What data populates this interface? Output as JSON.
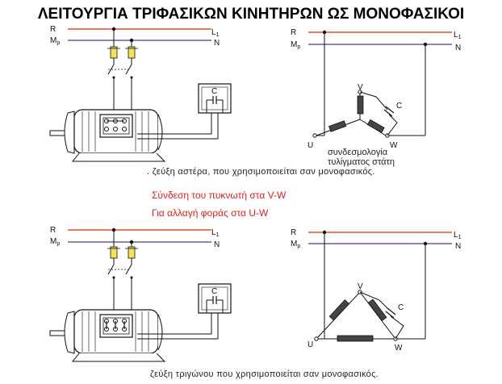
{
  "title": "ΛΕΙΤΟΥΡΓΙΑ ΤΡΙΦΑΣΙΚΩΝ ΚΙΝΗΤΗΡΩΝ ΩΣ ΜΟΝΟΦΑΣΙΚΟΙ",
  "colors": {
    "line_R": "#e0502a",
    "line_N": "#6a5aa8",
    "note": "#e02020"
  },
  "top": {
    "caption": ". ζεύξη αστέρα, που χρησιμοποιείται σαν μονοφασικός.",
    "left": {
      "R": "R",
      "Mp": "M",
      "Mp_sub": "p",
      "L": "L",
      "L_sub": "1",
      "N": "N",
      "capacitor": "C"
    },
    "right": {
      "R": "R",
      "Mp": "M",
      "Mp_sub": "p",
      "L": "L",
      "L_sub": "1",
      "N": "N",
      "V": "V",
      "U": "U",
      "W": "W",
      "C": "C",
      "sub_1": "συνδεσμολογία",
      "sub_2": "τυλίγματος στάτη"
    }
  },
  "notes": {
    "line1": "Σύνδεση του πυκνωτή στα V-W",
    "line2": "Για αλλαγή φοράς στα U-W"
  },
  "bottom": {
    "caption": "ζεύξη τριγώνου που χρησιμοποιείται σαν μονοφασικός.",
    "left": {
      "R": "R",
      "Mp": "M",
      "Mp_sub": "p",
      "L": "L",
      "L_sub": "1",
      "N": "N",
      "capacitor": "C"
    },
    "right": {
      "R": "R",
      "Mp": "M",
      "Mp_sub": "p",
      "L": "L",
      "L_sub": "1",
      "N": "N",
      "V": "V",
      "U": "U",
      "W": "W",
      "C": "C"
    }
  }
}
